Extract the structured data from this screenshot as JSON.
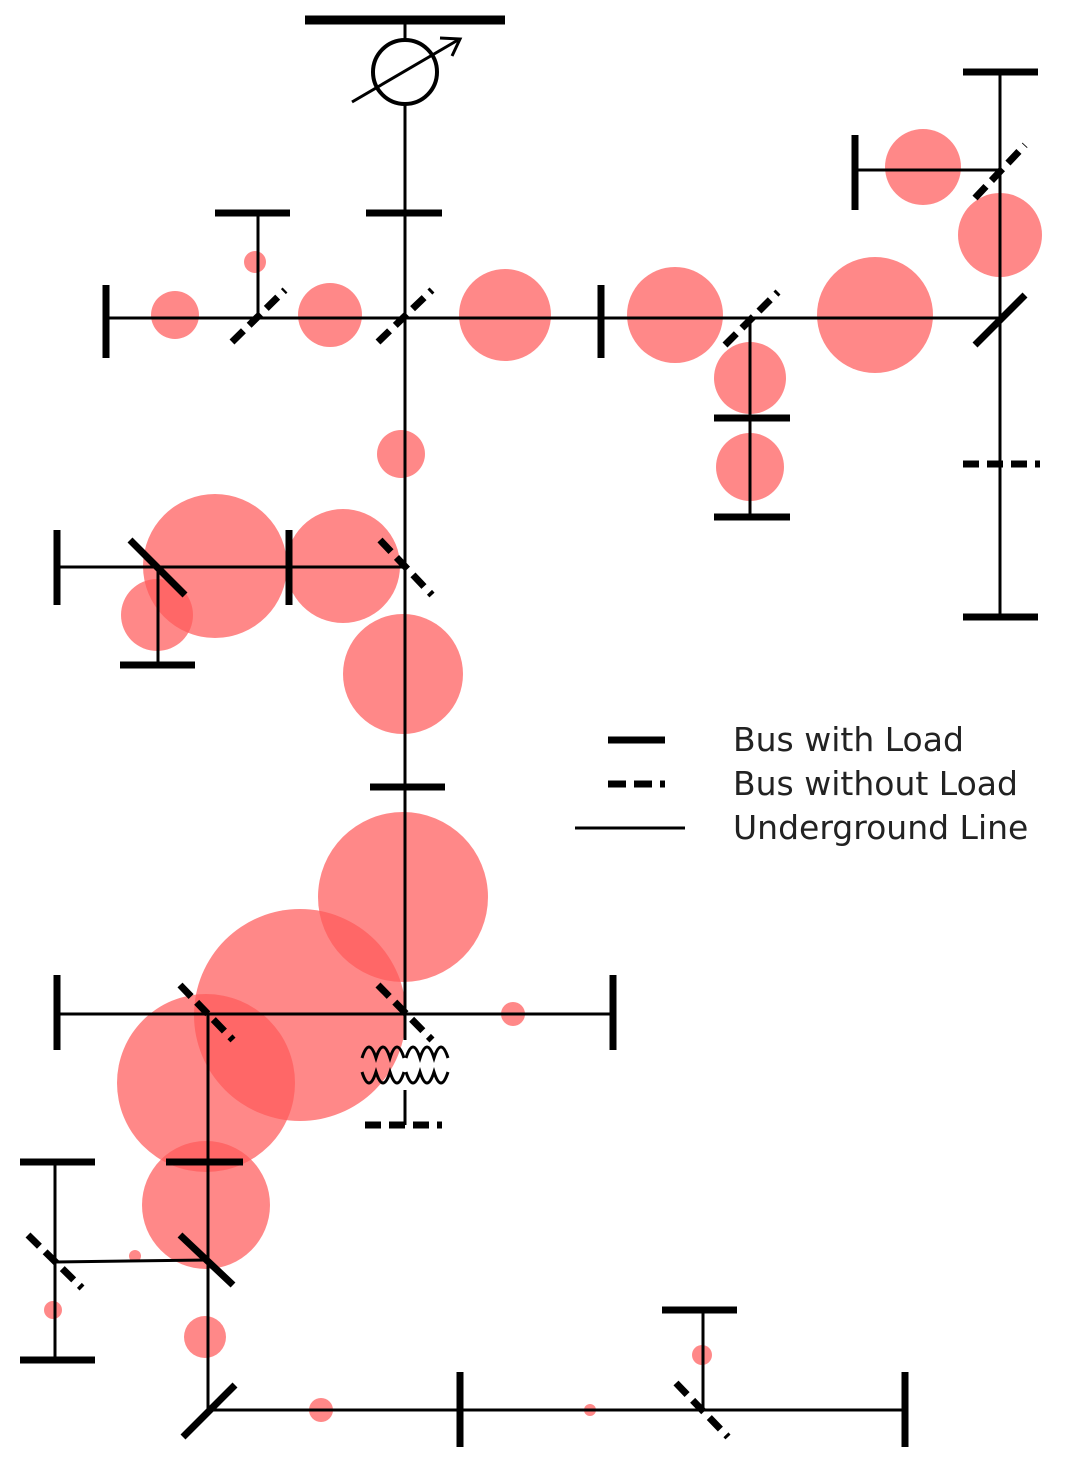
{
  "diagram": {
    "type": "single-line distribution network with load-intensity bubbles",
    "colors": {
      "line": "#000000",
      "bubble": "#ff5a5a",
      "bubble_opacity": 0.72,
      "legend_text": "#222222"
    },
    "icons": [
      "generator-symbol",
      "transformer-symbol"
    ],
    "legend": {
      "bus_with_load": "Bus with Load",
      "bus_without_load": "Bus without Load",
      "underground_line": "Underground Line"
    }
  }
}
